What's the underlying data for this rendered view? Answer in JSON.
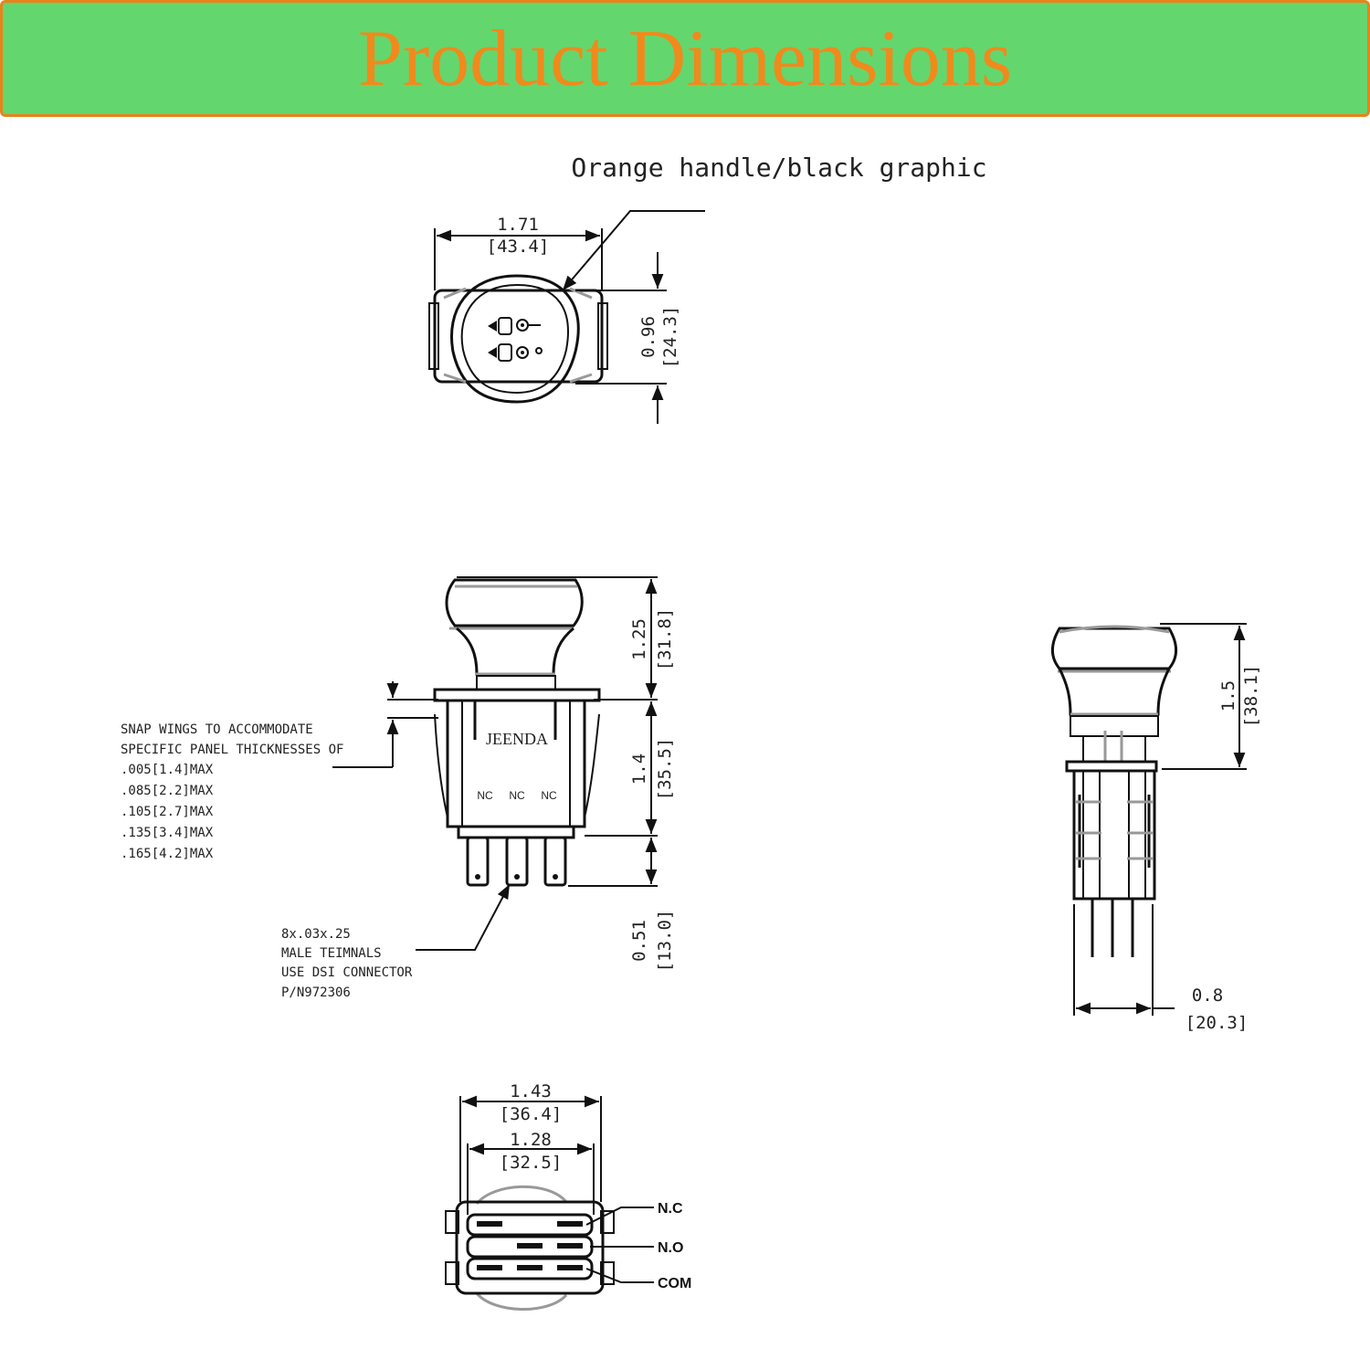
{
  "banner": {
    "title": "Product Dimensions"
  },
  "caption": "Orange handle/black graphic",
  "top_view": {
    "width": "1.71",
    "width_mm": "[43.4]",
    "height": "0.96",
    "height_mm": "[24.3]"
  },
  "front_view": {
    "brand": "JEENDA",
    "terminals": [
      "NC",
      "NC",
      "NC"
    ],
    "handle_height": "1.25",
    "handle_height_mm": "[31.8]",
    "body_height": "1.4",
    "body_height_mm": "[35.5]",
    "terminal_height": "0.51",
    "terminal_height_mm": "[13.0]"
  },
  "snap_note": [
    "SNAP WINGS TO ACCOMMODATE",
    "SPECIFIC PANEL THICKNESSES OF",
    ".005[1.4]MAX",
    ".085[2.2]MAX",
    ".105[2.7]MAX",
    ".135[3.4]MAX",
    ".165[4.2]MAX"
  ],
  "terminal_note": [
    "8x.03x.25",
    "MALE TEIMNALS",
    "USE DSI CONNECTOR",
    "P/N972306"
  ],
  "side_view": {
    "height": "1.5",
    "height_mm": "[38.1]",
    "width": "0.8",
    "width_mm": "[20.3]"
  },
  "bottom_view": {
    "outer_width": "1.43",
    "outer_width_mm": "[36.4]",
    "inner_width": "1.28",
    "inner_width_mm": "[32.5]",
    "pins": [
      "N.C",
      "N.O",
      "COM"
    ]
  },
  "colors": {
    "banner_bg": "#64d66e",
    "banner_text": "#f08a1c",
    "banner_border": "#e8831a"
  }
}
